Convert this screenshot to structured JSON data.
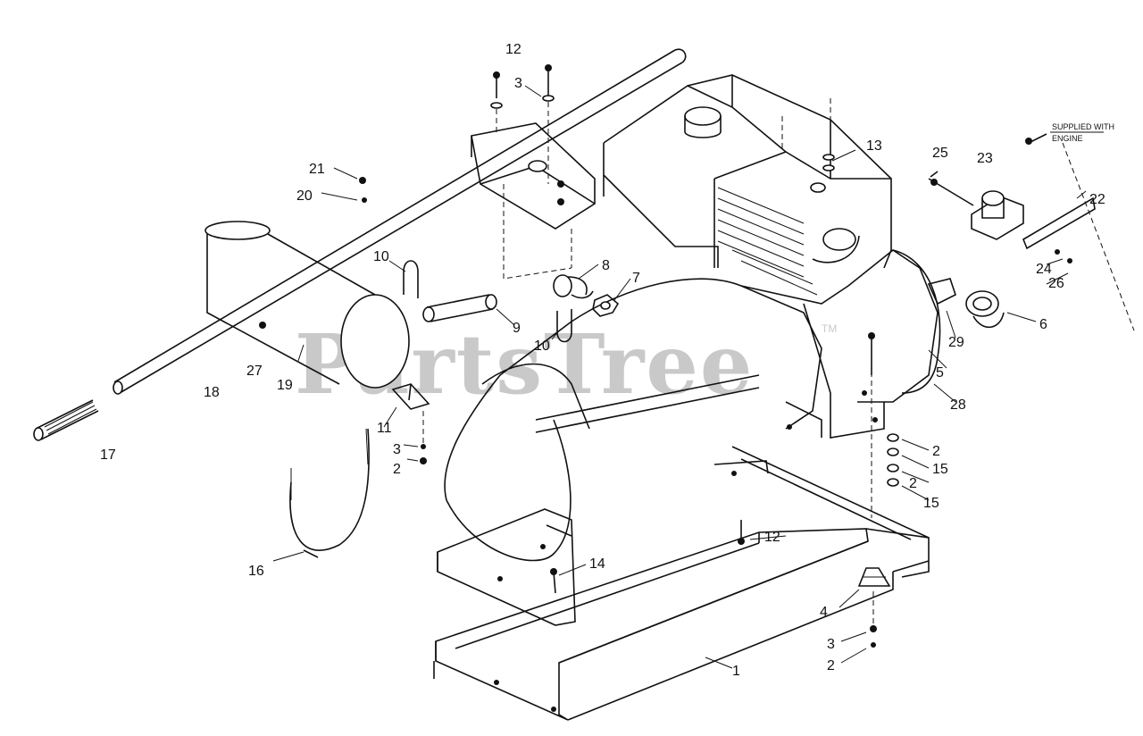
{
  "watermark": {
    "text": "PartsTree",
    "trademark": "TM"
  },
  "note": {
    "line1": "SUPPLIED WITH",
    "line2": "ENGINE"
  },
  "callouts": [
    {
      "id": "c1",
      "text": "1"
    },
    {
      "id": "c2a",
      "text": "2"
    },
    {
      "id": "c2b",
      "text": "2"
    },
    {
      "id": "c2c",
      "text": "2"
    },
    {
      "id": "c2d",
      "text": "2"
    },
    {
      "id": "c3a",
      "text": "3"
    },
    {
      "id": "c3b",
      "text": "3"
    },
    {
      "id": "c3c",
      "text": "3"
    },
    {
      "id": "c4",
      "text": "4"
    },
    {
      "id": "c5",
      "text": "5"
    },
    {
      "id": "c6",
      "text": "6"
    },
    {
      "id": "c7",
      "text": "7"
    },
    {
      "id": "c8",
      "text": "8"
    },
    {
      "id": "c9",
      "text": "9"
    },
    {
      "id": "c10a",
      "text": "10"
    },
    {
      "id": "c10b",
      "text": "10"
    },
    {
      "id": "c11",
      "text": "11"
    },
    {
      "id": "c12a",
      "text": "12"
    },
    {
      "id": "c12b",
      "text": "12"
    },
    {
      "id": "c13",
      "text": "13"
    },
    {
      "id": "c14",
      "text": "14"
    },
    {
      "id": "c15a",
      "text": "15"
    },
    {
      "id": "c15b",
      "text": "15"
    },
    {
      "id": "c16",
      "text": "16"
    },
    {
      "id": "c17",
      "text": "17"
    },
    {
      "id": "c18",
      "text": "18"
    },
    {
      "id": "c19",
      "text": "19"
    },
    {
      "id": "c20",
      "text": "20"
    },
    {
      "id": "c21",
      "text": "21"
    },
    {
      "id": "c22",
      "text": "22"
    },
    {
      "id": "c23",
      "text": "23"
    },
    {
      "id": "c24",
      "text": "24"
    },
    {
      "id": "c25",
      "text": "25"
    },
    {
      "id": "c26",
      "text": "26"
    },
    {
      "id": "c27",
      "text": "27"
    },
    {
      "id": "c28",
      "text": "28"
    },
    {
      "id": "c29",
      "text": "29"
    }
  ]
}
